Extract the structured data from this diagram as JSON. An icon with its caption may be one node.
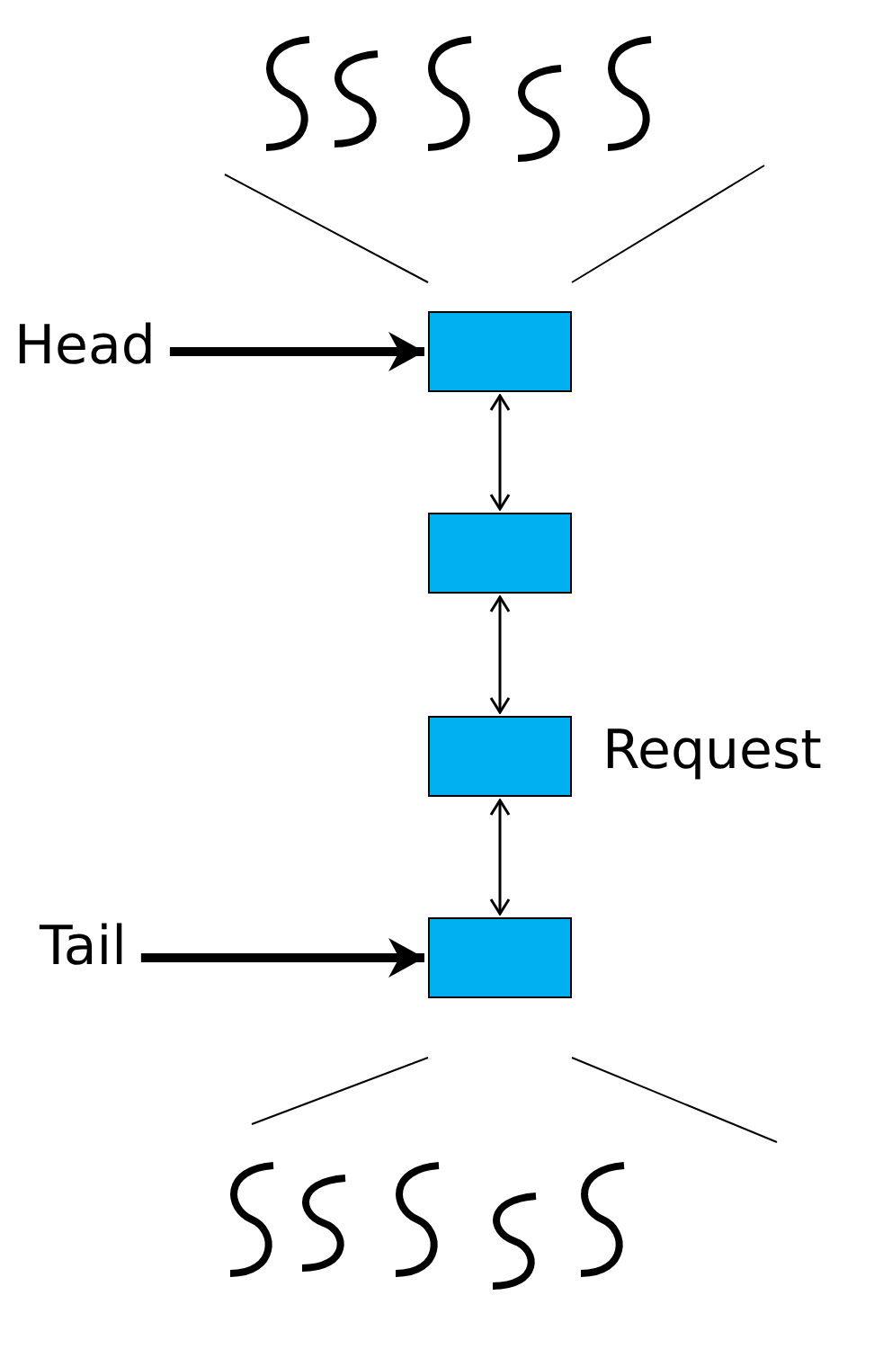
{
  "diagram": {
    "nodes": [
      {
        "text": [
          "Head"
        ]
      },
      {
        "text": [],
        "shape": "box"
      },
      {
        "text": [],
        "shape": "box"
      },
      {
        "text": [],
        "shape": "box",
        "beside": [
          "Request"
        ]
      },
      {
        "text": [
          "Tail"
        ]
      },
      {
        "text": [],
        "shape": "box"
      }
    ],
    "edges": [
      {
        "from": 0,
        "to": 1,
        "arrow": "to",
        "style": "thick"
      },
      {
        "from": 1,
        "to": 2,
        "arrow": "both"
      },
      {
        "from": 2,
        "to": 3,
        "arrow": "both"
      },
      {
        "from": 3,
        "to": 5,
        "arrow": "both"
      },
      {
        "from": 4,
        "to": 5,
        "arrow": "to",
        "style": "thick"
      }
    ]
  }
}
